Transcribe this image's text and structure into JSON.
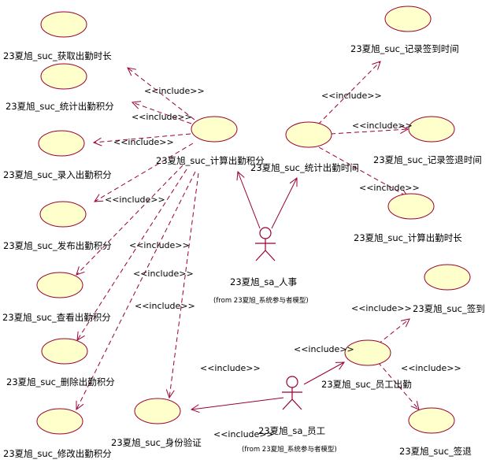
{
  "use_cases": [
    {
      "name": "uc-get-duration",
      "label": "23夏旭_suc_获取出勤时长"
    },
    {
      "name": "uc-stat-points",
      "label": "23夏旭_suc_统计出勤积分"
    },
    {
      "name": "uc-enter-points",
      "label": "23夏旭_suc_录入出勤积分"
    },
    {
      "name": "uc-publish-points",
      "label": "23夏旭_suc_发布出勤积分"
    },
    {
      "name": "uc-view-points",
      "label": "23夏旭_suc_查看出勤积分"
    },
    {
      "name": "uc-delete-points",
      "label": "23夏旭_suc_删除出勤积分"
    },
    {
      "name": "uc-modify-points",
      "label": "23夏旭_suc_修改出勤积分"
    },
    {
      "name": "uc-calc-points",
      "label": "23夏旭_suc_计算出勤积分"
    },
    {
      "name": "uc-identity",
      "label": "23夏旭_suc_身份验证"
    },
    {
      "name": "uc-stat-time",
      "label": "23夏旭_suc_统计出勤时间"
    },
    {
      "name": "uc-record-checkin",
      "label": "23夏旭_suc_记录签到时间"
    },
    {
      "name": "uc-record-checkout",
      "label": "23夏旭_suc_记录签退时间"
    },
    {
      "name": "uc-calc-duration",
      "label": "23夏旭_suc_计算出勤时长"
    },
    {
      "name": "uc-checkin",
      "label": "23夏旭_suc_签到"
    },
    {
      "name": "uc-attendance",
      "label": "23夏旭_suc_员工出勤"
    },
    {
      "name": "uc-checkout",
      "label": "23夏旭_suc_签退"
    }
  ],
  "actors": [
    {
      "name": "actor-hr",
      "label": "23夏旭_sa_人事",
      "from": "(from 23夏旭_系统参与者模型)"
    },
    {
      "name": "actor-employee",
      "label": "23夏旭_sa_员工",
      "from": "(from 23夏旭_系统参与者模型)"
    }
  ],
  "stereotype": "<<include>>",
  "colors": {
    "use_case_fill": "#ffffcc",
    "line": "#990033",
    "text": "#000000"
  }
}
